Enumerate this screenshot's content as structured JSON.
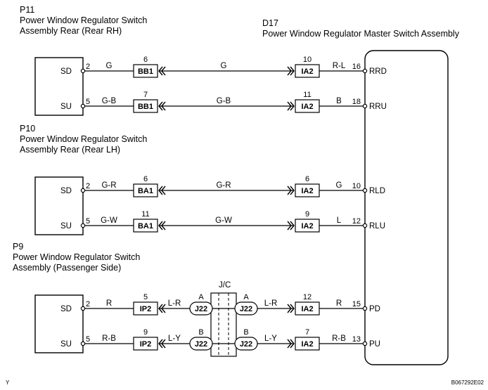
{
  "titles": {
    "p11": {
      "code": "P11",
      "line1": "Power Window Regulator Switch",
      "line2": "Assembly Rear (Rear RH)"
    },
    "p10": {
      "code": "P10",
      "line1": "Power Window Regulator Switch",
      "line2": "Assembly Rear (Rear LH)"
    },
    "p9": {
      "code": "P9",
      "line1": "Power Window Regulator Switch",
      "line2": "Assembly (Passenger Side)"
    },
    "d17": {
      "code": "D17",
      "line1": "Power Window Regulator Master Switch Assembly"
    }
  },
  "jc_label": "J/C",
  "footer": {
    "left": "Y",
    "right": "B067292E02"
  },
  "wires": [
    {
      "sub_label": "SD",
      "sub_pin": "2",
      "w1": "G",
      "c1_pin": "6",
      "c1": "BB1",
      "w2": "G",
      "c2_pin": "10",
      "c2": "IA2",
      "w3": "R-L",
      "m_pin": "16",
      "m_label": "RRD"
    },
    {
      "sub_label": "SU",
      "sub_pin": "5",
      "w1": "G-B",
      "c1_pin": "7",
      "c1": "BB1",
      "w2": "G-B",
      "c2_pin": "11",
      "c2": "IA2",
      "w3": "B",
      "m_pin": "18",
      "m_label": "RRU"
    },
    {
      "sub_label": "SD",
      "sub_pin": "2",
      "w1": "G-R",
      "c1_pin": "6",
      "c1": "BA1",
      "w2": "G-R",
      "c2_pin": "6",
      "c2": "IA2",
      "w3": "G",
      "m_pin": "10",
      "m_label": "RLD"
    },
    {
      "sub_label": "SU",
      "sub_pin": "5",
      "w1": "G-W",
      "c1_pin": "11",
      "c1": "BA1",
      "w2": "G-W",
      "c2_pin": "9",
      "c2": "IA2",
      "w3": "L",
      "m_pin": "12",
      "m_label": "RLU"
    },
    {
      "sub_label": "SD",
      "sub_pin": "2",
      "w1": "R",
      "c1_pin": "5",
      "c1": "IP2",
      "w2a": "L-R",
      "ja": "A",
      "jconn": "J22",
      "w2b": "L-R",
      "c2_pin": "12",
      "c2": "IA2",
      "w3": "R",
      "m_pin": "15",
      "m_label": "PD"
    },
    {
      "sub_label": "SU",
      "sub_pin": "5",
      "w1": "R-B",
      "c1_pin": "9",
      "c1": "IP2",
      "w2a": "L-Y",
      "ja": "B",
      "jconn": "J22",
      "w2b": "L-Y",
      "c2_pin": "7",
      "c2": "IA2",
      "w3": "R-B",
      "m_pin": "13",
      "m_label": "PU"
    }
  ]
}
